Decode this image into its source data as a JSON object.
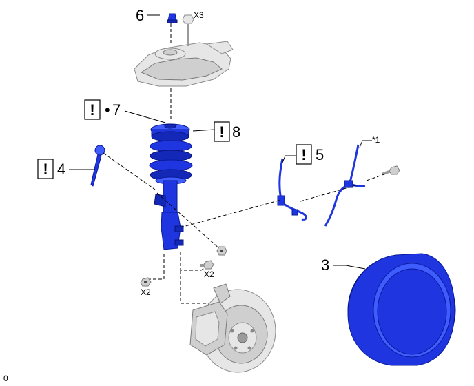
{
  "labels": {
    "item3": "3",
    "item4": "4",
    "item5": "5",
    "item6": "6",
    "item7": "7",
    "item8": "8",
    "qty_x3": "X3",
    "qty_x2_a": "X2",
    "qty_x2_b": "X2",
    "note_star1": "*1",
    "corner_code": "0"
  },
  "markers": {
    "caution": "!",
    "bullet": "•"
  },
  "colors": {
    "highlight_part": "#1f35e0",
    "context_part": "#e6e6e6"
  }
}
